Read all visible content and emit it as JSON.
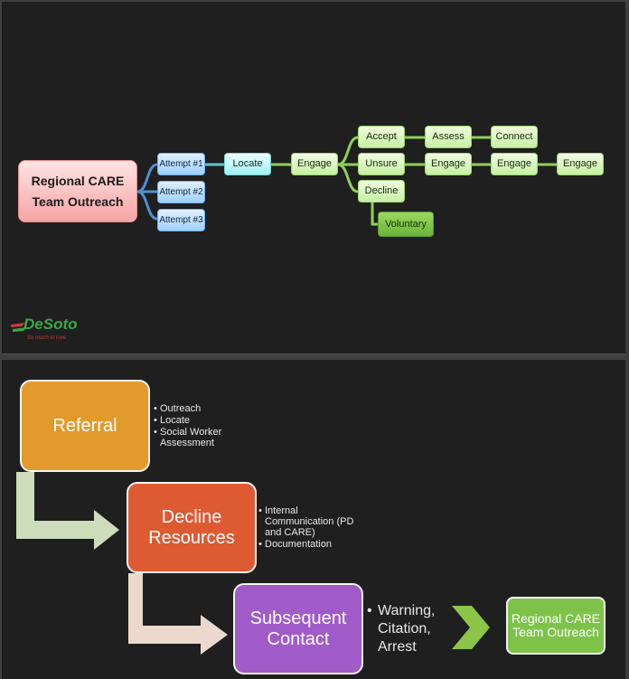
{
  "slide1": {
    "root": "Regional CARE Team Outreach",
    "attempts": [
      "Attempt #1",
      "Attempt #2",
      "Attempt #3"
    ],
    "locate": "Locate",
    "engage": "Engage",
    "branches": {
      "accept": "Accept",
      "unsure": "Unsure",
      "decline": "Decline"
    },
    "accept_chain": [
      "Assess",
      "Connect"
    ],
    "unsure_chain": [
      "Engage",
      "Engage",
      "Engage"
    ],
    "voluntary": "Voluntary",
    "logo": {
      "word": "DeSoto",
      "tagline": "So much to love"
    },
    "colors": {
      "background": "#1f1f1f",
      "accent_green": "#9fd36d",
      "root_pink": "#f6a4a4",
      "attempt_blue": "#9fd0ff"
    }
  },
  "slide2": {
    "steps": [
      {
        "label": "Referral",
        "color": "#e39a2c",
        "bullets": [
          "Outreach",
          "Locate",
          "Social Worker Assessment"
        ]
      },
      {
        "label": "Decline Resources",
        "color": "#dd5a33",
        "bullets": [
          "Internal Communication (PD and CARE)",
          "Documentation"
        ]
      },
      {
        "label": "Subsequent Contact",
        "color": "#a05bc9",
        "bullets": [
          "Warning, Citation, Arrest"
        ]
      }
    ],
    "final": "Regional CARE Team Outreach",
    "colors": {
      "background": "#1f1f1f",
      "final_green": "#7ec24a",
      "arrow_green": "#8dc44a"
    }
  }
}
